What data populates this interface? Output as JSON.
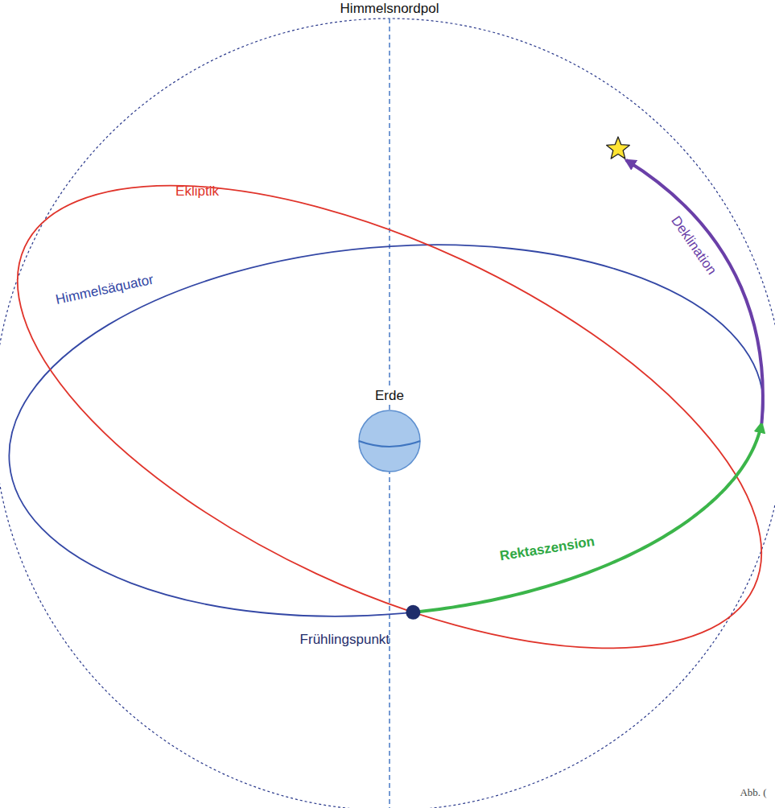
{
  "diagram": {
    "nodes": [
      {
        "text": [
          "Erde"
        ]
      }
    ],
    "labels": [
      "Himmelsnordpol",
      "Ekliptik",
      "Himmelsäquator",
      "Deklination",
      "Rektaszension",
      "Frühlingspunkt",
      "Abb. ("
    ]
  }
}
